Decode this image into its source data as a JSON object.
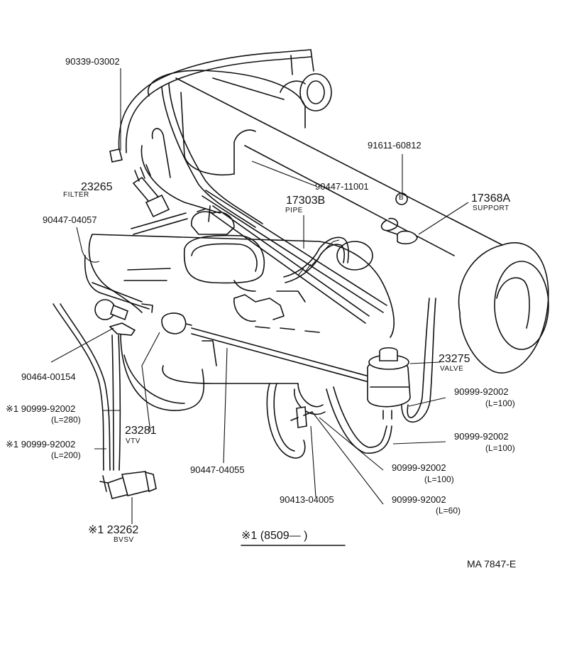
{
  "labels": {
    "p90339": "90339-03002",
    "p23265": "23265",
    "filter": "FILTER",
    "p90447_04057": "90447-04057",
    "p90447_11001": "90447-11001",
    "p17303B": "17303B",
    "pipe": "PIPE",
    "p91611": "91611-60812",
    "marker_b": "B",
    "p17368A": "17368A",
    "support": "SUPPORT",
    "p90464": "90464-00154",
    "p23275": "23275",
    "valve": "VALVE",
    "hose1": "※1 90999-92002",
    "hose1_len": "(L=280)",
    "hose2": "※1 90999-92002",
    "hose2_len": "(L=200)",
    "p23281": "23281",
    "vtv": "VTV",
    "p90447_04055": "90447-04055",
    "hose_r1": "90999-92002",
    "hose_r1_len": "(L=100)",
    "hose_r2": "90999-92002",
    "hose_r2_len": "(L=100)",
    "hose_r3": "90999-92002",
    "hose_r3_len": "(L=100)",
    "hose_r4": "90999-92002",
    "hose_r4_len": "(L=60)",
    "p90413": "90413-04005",
    "p23262": "※1 23262",
    "bvsv": "BVSV",
    "footnote": "※1 (8509—       )",
    "diagram_code": "MA  7847-E"
  }
}
